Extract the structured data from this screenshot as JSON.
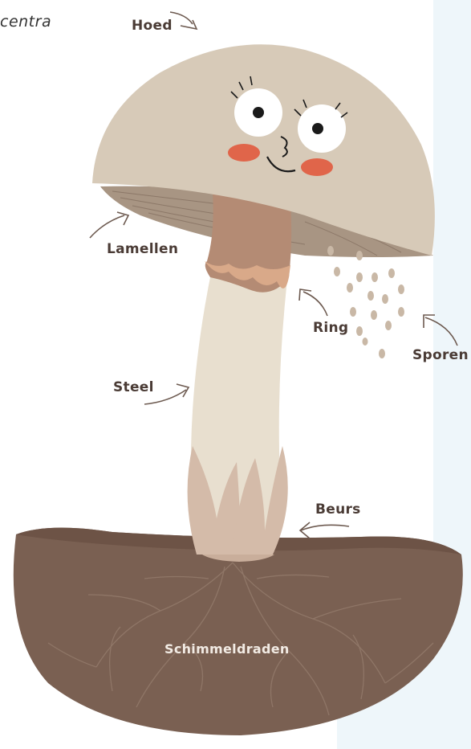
{
  "corner_text": "centra",
  "labels": {
    "hoed": "Hoed",
    "lamellen": "Lamellen",
    "ring": "Ring",
    "sporen": "Sporen",
    "steel": "Steel",
    "beurs": "Beurs",
    "schimmeldraden": "Schimmeldraden"
  },
  "colors": {
    "cap": "#d7cab8",
    "gills": "#a89583",
    "ring": "#b48b74",
    "stem": "#e8dfcf",
    "volva": "#d4bba9",
    "soil": "#7a6052",
    "soil_edge": "#6d5346",
    "spores": "#c9b8a6",
    "cheeks": "#e0654a",
    "ink": "#4a3b35",
    "panel": "#eef6fa"
  }
}
